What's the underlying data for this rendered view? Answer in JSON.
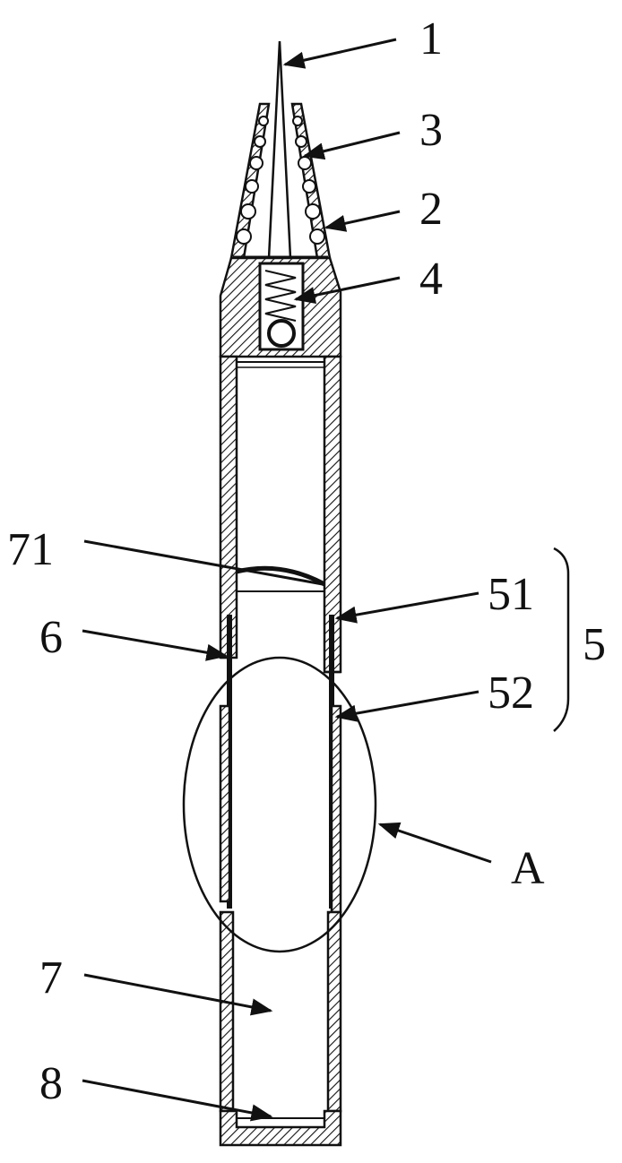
{
  "labels": {
    "l1": "1",
    "l3": "3",
    "l2": "2",
    "l4": "4",
    "l71": "71",
    "l51": "51",
    "l5": "5",
    "l6": "6",
    "l52": "52",
    "lA": "A",
    "l7": "7",
    "l8": "8"
  }
}
